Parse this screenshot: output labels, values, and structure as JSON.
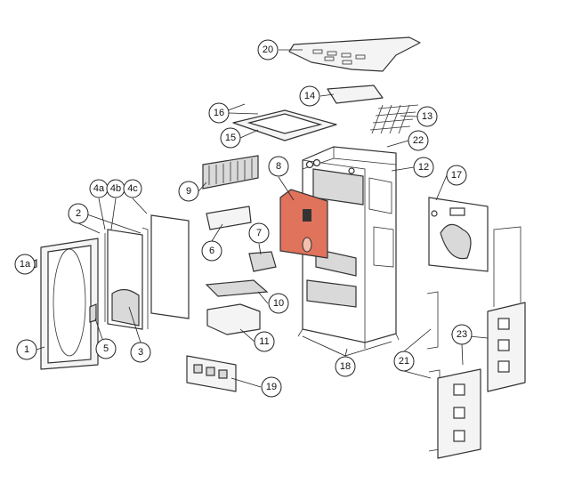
{
  "diagram": {
    "title": "Exploded parts view – stove",
    "accent_color": "#e0735c",
    "labels": {
      "l20": "20",
      "l14": "14",
      "l16": "16",
      "l15": "15",
      "l13": "13",
      "l22": "22",
      "l8": "8",
      "l12": "12",
      "l17": "17",
      "l9": "9",
      "l4a": "4a",
      "l4b": "4b",
      "l4c": "4c",
      "l2": "2",
      "l6": "6",
      "l7": "7",
      "l1a": "1a",
      "l10": "10",
      "l1": "1",
      "l5": "5",
      "l3": "3",
      "l11": "11",
      "l18": "18",
      "l21": "21",
      "l23": "23",
      "l19": "19"
    }
  }
}
